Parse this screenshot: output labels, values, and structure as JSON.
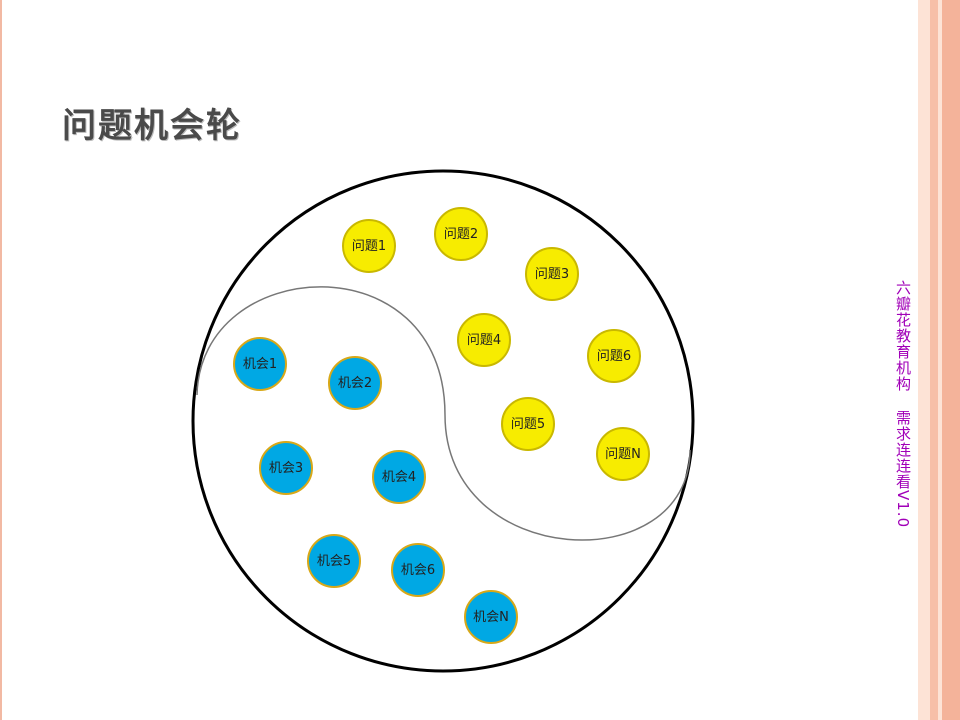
{
  "title": "问题机会轮",
  "side_note": {
    "org": "六瓣花教育机构",
    "doc": "需求连连看V1.0"
  },
  "colors": {
    "problem_fill": "#f7ec00",
    "problem_stroke": "#c9b800",
    "opportunity_fill": "#00a8e4",
    "opportunity_stroke": "#d8a818",
    "side_note_text": "#a100b8",
    "title_text": "#4a4a4a",
    "border_peach_light": "#fde3d6",
    "border_peach": "#f8c5ad",
    "border_salmon": "#f2a98e"
  },
  "diagram": {
    "problems": [
      "问题1",
      "问题2",
      "问题3",
      "问题4",
      "问题6",
      "问题5",
      "问题N"
    ],
    "opportunities": [
      "机会1",
      "机会2",
      "机会3",
      "机会4",
      "机会5",
      "机会6",
      "机会N"
    ]
  }
}
